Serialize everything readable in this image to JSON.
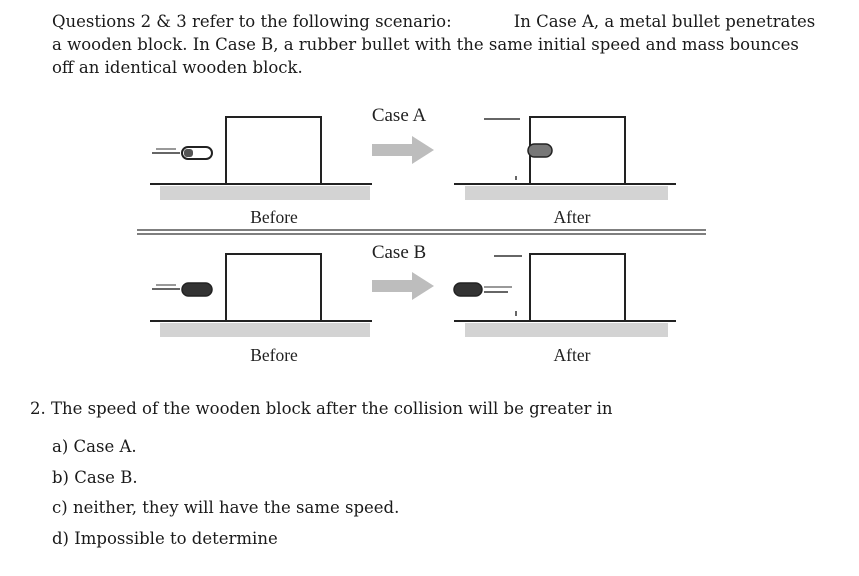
{
  "intro": {
    "lead": "Questions 2 & 3 refer to the following scenario:",
    "scenario": "In Case A, a metal bullet penetrates a wooden block. In Case B, a rubber bullet with the same initial speed and mass bounces off an identical wooden block."
  },
  "figure": {
    "case_a_label": "Case A",
    "case_b_label": "Case B",
    "before_label": "Before",
    "after_label": "After"
  },
  "question": {
    "number": "2.",
    "text": "The speed of the wooden block after the collision will be greater in"
  },
  "options": [
    {
      "letter": "a)",
      "text": "Case A."
    },
    {
      "letter": "b)",
      "text": "Case B."
    },
    {
      "letter": "c)",
      "text": "neither, they will have the same speed."
    },
    {
      "letter": "d)",
      "text": "Impossible to determine"
    }
  ]
}
